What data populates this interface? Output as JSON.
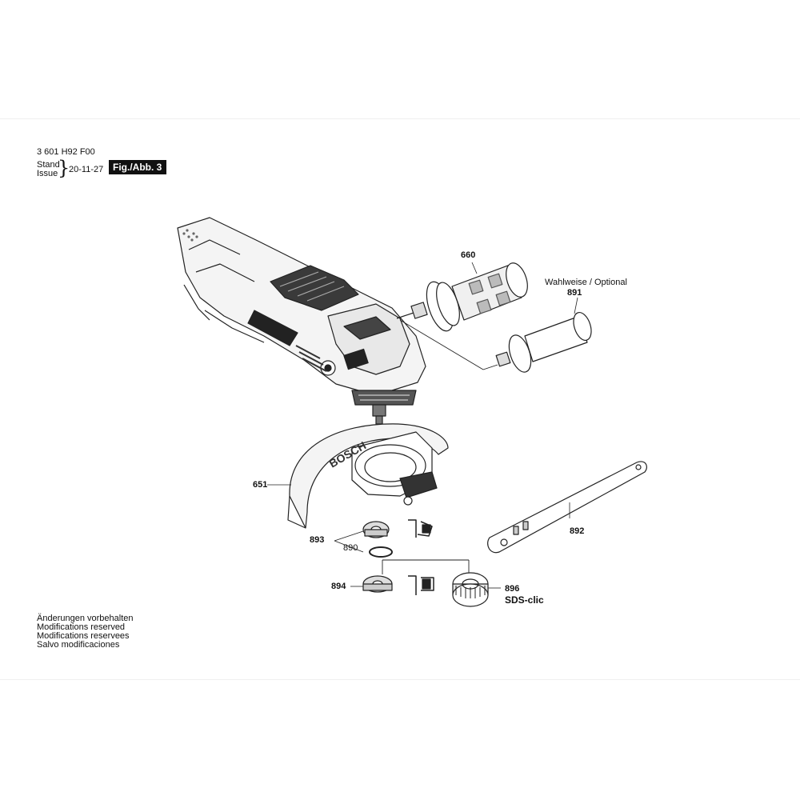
{
  "header": {
    "part_number": "3 601 H92 F00",
    "stand": "Stand",
    "issue": "Issue",
    "date": "20-11-27",
    "figure": "Fig./Abb. 3"
  },
  "notes": [
    "Änderungen vorbehalten",
    "Modifications reserved",
    "Modifications reservees",
    "Salvo modificaciones"
  ],
  "parts": {
    "p660": "660",
    "p891": "891",
    "optional": "Wahlweise / Optional",
    "p651": "651",
    "p892": "892",
    "p893": "893",
    "p890": "890",
    "p894": "894",
    "p896": "896",
    "sds": "SDS-clic"
  },
  "brand": "BOSCH"
}
